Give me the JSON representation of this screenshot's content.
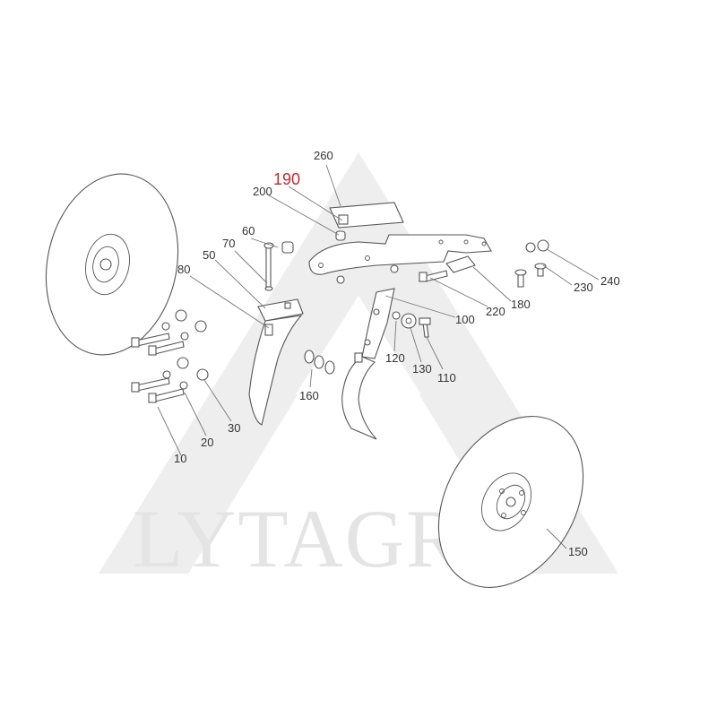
{
  "watermark": {
    "text": "LYTAGRA"
  },
  "highlight_color": "#c0282d",
  "labels": {
    "p10": "10",
    "p20": "20",
    "p30": "30",
    "p50": "50",
    "p60": "60",
    "p70": "70",
    "p80": "80",
    "p100": "100",
    "p110": "110",
    "p120": "120",
    "p130": "130",
    "p150": "150",
    "p160": "160",
    "p180": "180",
    "p190": "190",
    "p200": "200",
    "p220": "220",
    "p230": "230",
    "p240": "240",
    "p260": "260"
  }
}
